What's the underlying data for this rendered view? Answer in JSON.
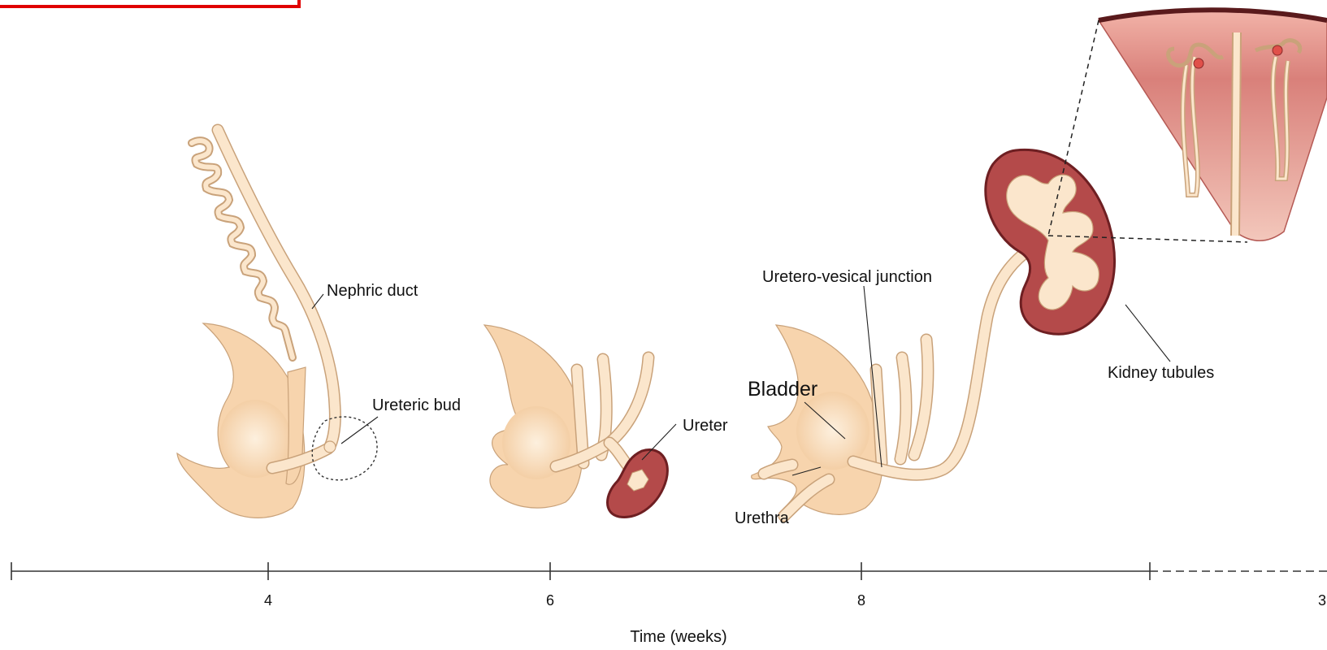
{
  "labels": {
    "nephric_duct": "Nephric duct",
    "ureteric_bud": "Ureteric bud",
    "ureter": "Ureter",
    "bladder": "Bladder",
    "urethra": "Urethra",
    "uretero_vesical_junction": "Uretero-vesical junction",
    "kidney_tubules": "Kidney tubules"
  },
  "axis": {
    "title": "Time (weeks)",
    "ticks": [
      "4",
      "6",
      "8",
      "3"
    ]
  },
  "colors": {
    "tissue": "#f7d4ad",
    "tissue_outline": "#c9a27a",
    "kidney": "#b44a4a",
    "kidney_outline": "#6e1f22",
    "highlight_box": "#e00000"
  }
}
